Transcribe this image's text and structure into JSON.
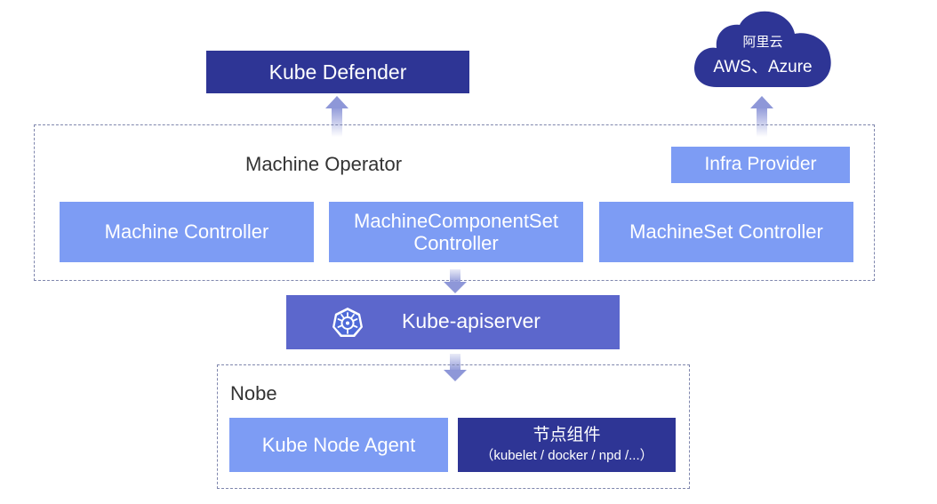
{
  "kube_defender": {
    "label": "Kube Defender"
  },
  "cloud": {
    "line1": "阿里云",
    "line2": "AWS、Azure"
  },
  "machine_operator": {
    "title": "Machine Operator",
    "infra_provider": "Infra Provider",
    "machine_controller": "Machine Controller",
    "component_set_controller_line1": "MachineComponentSet",
    "component_set_controller_line2": "Controller",
    "machineset_controller": "MachineSet Controller"
  },
  "apiserver": {
    "label": "Kube-apiserver",
    "icon": "kubernetes-helm-icon"
  },
  "node": {
    "title": "Nobe",
    "agent": "Kube Node Agent",
    "components_line1": "节点组件",
    "components_line2": "（kubelet / docker / npd /...）"
  },
  "colors": {
    "light_blue": "#7d9cf4",
    "mid_blue": "#5c67cc",
    "dark_blue": "#2e3595",
    "dashed_border": "#7f86ad",
    "arrow": "#8e97d8"
  }
}
